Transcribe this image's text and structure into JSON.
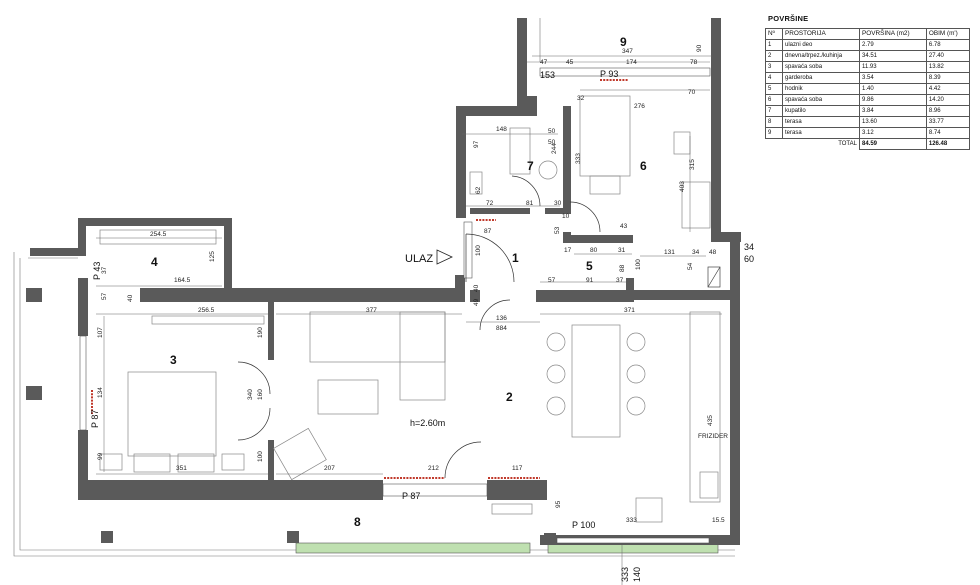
{
  "plan": {
    "entry_label": "ULAZ",
    "height_label": "h=2.60m",
    "rooms": [
      {
        "num": "1"
      },
      {
        "num": "2"
      },
      {
        "num": "3"
      },
      {
        "num": "4"
      },
      {
        "num": "5"
      },
      {
        "num": "6"
      },
      {
        "num": "7"
      },
      {
        "num": "8"
      },
      {
        "num": "9"
      }
    ],
    "dimensions": [
      "347",
      "47",
      "45",
      "174",
      "78",
      "90",
      "153",
      "P 93",
      "50",
      "70",
      "32",
      "276",
      "148",
      "50",
      "97",
      "244",
      "333",
      "315",
      "403",
      "72",
      "81",
      "30",
      "62",
      "87",
      "100",
      "43",
      "53",
      "17",
      "80",
      "31",
      "131",
      "34",
      "48",
      "34",
      "60",
      "254.5",
      "125",
      "P 43",
      "37",
      "164.5",
      "57",
      "40",
      "57",
      "91",
      "37",
      "88",
      "100",
      "49",
      "40",
      "256.5",
      "377",
      "136",
      "371",
      "884",
      "107",
      "190",
      "134",
      "P 87",
      "340",
      "160",
      "99",
      "351",
      "100",
      "207",
      "212",
      "117",
      "P 87",
      "435",
      "95",
      "P 100",
      "333",
      "15.5",
      "333",
      "140",
      "54",
      "10"
    ],
    "kitchen_label": "FRIZIDER"
  },
  "legend": {
    "title": "POVRŠINE",
    "headers": [
      "Nº",
      "PROSTORIJA",
      "POVRŠINA (m2)",
      "OBIM (m')"
    ],
    "rows": [
      [
        "1",
        "ulazni deo",
        "2.79",
        "6.78"
      ],
      [
        "2",
        "dnevna/trpez./kuhinja",
        "34.51",
        "27.40"
      ],
      [
        "3",
        "spavaća soba",
        "11.93",
        "13.82"
      ],
      [
        "4",
        "garderoba",
        "3.54",
        "8.39"
      ],
      [
        "5",
        "hodnik",
        "1.40",
        "4.42"
      ],
      [
        "6",
        "spavaća soba",
        "9.86",
        "14.20"
      ],
      [
        "7",
        "kupatilo",
        "3.84",
        "8.96"
      ],
      [
        "8",
        "terasa",
        "13.60",
        "33.77"
      ],
      [
        "9",
        "terasa",
        "3.12",
        "8.74"
      ]
    ],
    "total_label": "TOTAL",
    "total_area": "84.59",
    "total_perimeter": "126.48"
  }
}
